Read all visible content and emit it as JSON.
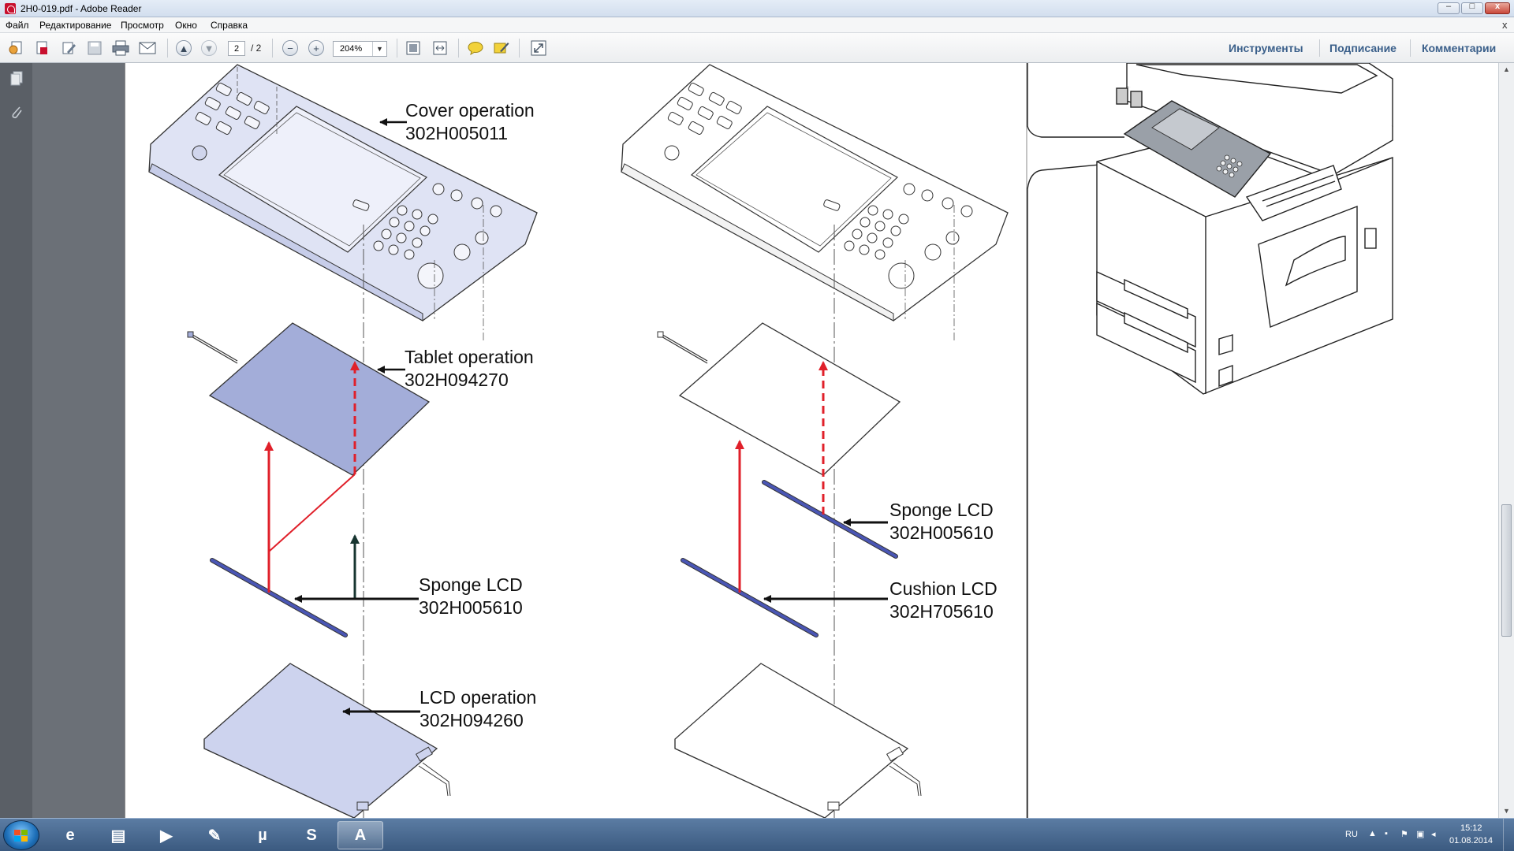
{
  "window": {
    "title": "2H0-019.pdf - Adobe Reader",
    "minimize_glyph": "–",
    "maximize_glyph": "□",
    "close_glyph": "x"
  },
  "menu": {
    "items": [
      "Файл",
      "Редактирование",
      "Просмотр",
      "Окно",
      "Справка"
    ],
    "close_doc_glyph": "x"
  },
  "toolbar": {
    "page_current": "2",
    "page_total": "/ 2",
    "zoom": "204%",
    "links": [
      "Инструменты",
      "Подписание",
      "Комментарии"
    ],
    "icons": {
      "create": "create-pdf-icon",
      "export": "export-pdf-icon",
      "edit": "edit-icon",
      "save": "save-icon",
      "print": "print-icon",
      "email": "email-icon",
      "prev": "page-up-icon",
      "next": "page-down-icon",
      "zoom_out": "zoom-out-icon",
      "zoom_in": "zoom-in-icon",
      "fit_page": "fit-page-icon",
      "fit_width": "fit-width-icon",
      "comment": "sticky-note-icon",
      "highlight": "highlight-icon",
      "fullscreen": "fullscreen-icon"
    }
  },
  "diagram": {
    "left_labels": [
      {
        "line1": "Cover operation",
        "line2": "302H005011"
      },
      {
        "line1": "Tablet operation",
        "line2": "302H094270"
      },
      {
        "line1": "Sponge LCD",
        "line2": "302H005610"
      },
      {
        "line1": "LCD operation",
        "line2": "302H094260"
      }
    ],
    "right_labels": [
      {
        "line1": "Sponge LCD",
        "line2": "302H005610"
      },
      {
        "line1": "Cushion LCD",
        "line2": "302H705610"
      }
    ],
    "colors": {
      "highlight_fill": "#a3add9",
      "cover_fill": "#dfe3f4",
      "lcd_fill": "#cdd3ee",
      "sponge_bar": "#4a56b4",
      "arrow_red": "#e0202a",
      "arrow_dark": "#173530"
    }
  },
  "taskbar": {
    "apps": [
      {
        "name": "internet-explorer-icon",
        "glyph": "e"
      },
      {
        "name": "file-explorer-icon",
        "glyph": "▤"
      },
      {
        "name": "media-player-icon",
        "glyph": "▶"
      },
      {
        "name": "sketch-app-icon",
        "glyph": "✎"
      },
      {
        "name": "utorrent-icon",
        "glyph": "µ"
      },
      {
        "name": "skype-icon",
        "glyph": "S"
      },
      {
        "name": "adobe-reader-icon",
        "glyph": "A"
      }
    ],
    "language": "RU",
    "time": "15:12",
    "date": "01.08.2014"
  }
}
